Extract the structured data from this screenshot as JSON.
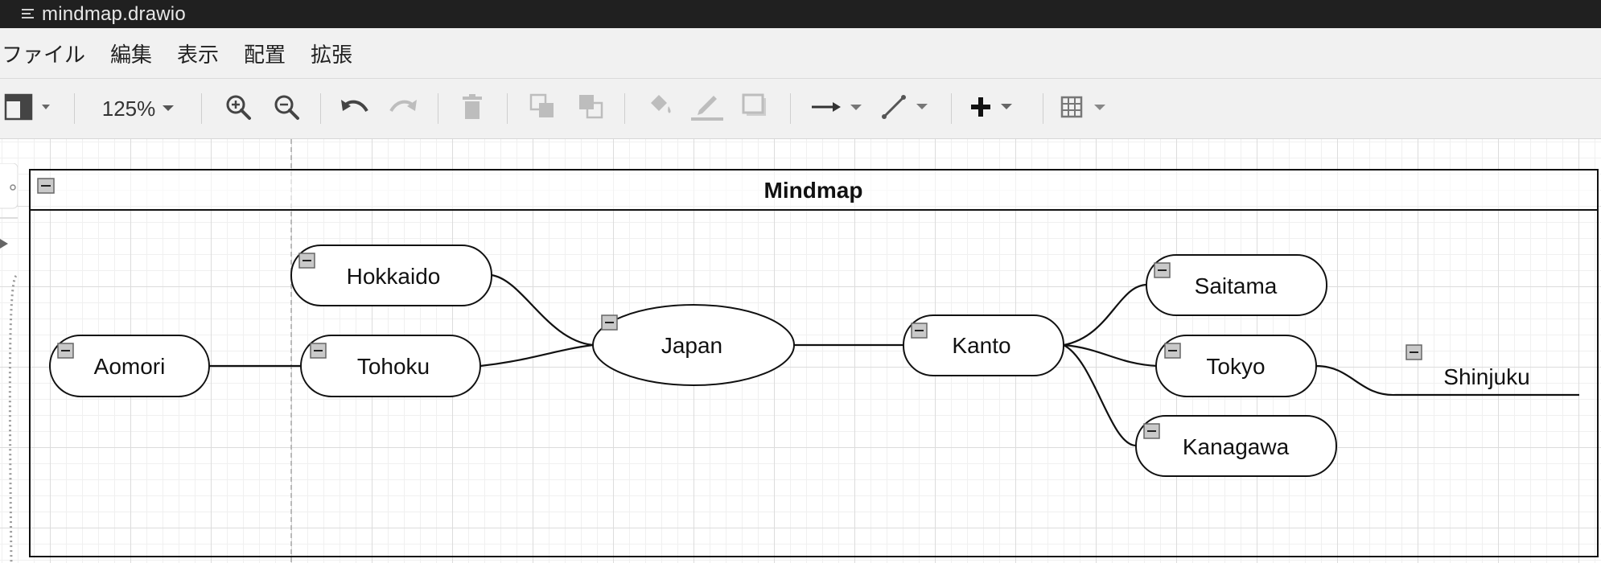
{
  "window": {
    "title": "mindmap.drawio"
  },
  "menu": {
    "items": [
      "ファイル",
      "編集",
      "表示",
      "配置",
      "拡張"
    ]
  },
  "toolbar": {
    "zoom": "125%",
    "icons": [
      "format-panel-icon",
      "zoom-in-icon",
      "zoom-out-icon",
      "undo-icon",
      "redo-icon",
      "delete-icon",
      "to-front-icon",
      "to-back-icon",
      "fill-color-icon",
      "line-color-icon",
      "shadow-icon",
      "connection-icon",
      "waypoints-icon",
      "insert-icon",
      "table-icon"
    ]
  },
  "diagram": {
    "container_title": "Mindmap",
    "nodes": {
      "aomori": "Aomori",
      "tohoku": "Tohoku",
      "hokkaido": "Hokkaido",
      "japan": "Japan",
      "kanto": "Kanto",
      "saitama": "Saitama",
      "tokyo": "Tokyo",
      "kanagawa": "Kanagawa",
      "shinjuku": "Shinjuku"
    }
  },
  "colors": {
    "titlebar_bg": "#202020",
    "toolbar_bg": "#f1f1f1",
    "collapse_box": "#c9c9c9"
  }
}
